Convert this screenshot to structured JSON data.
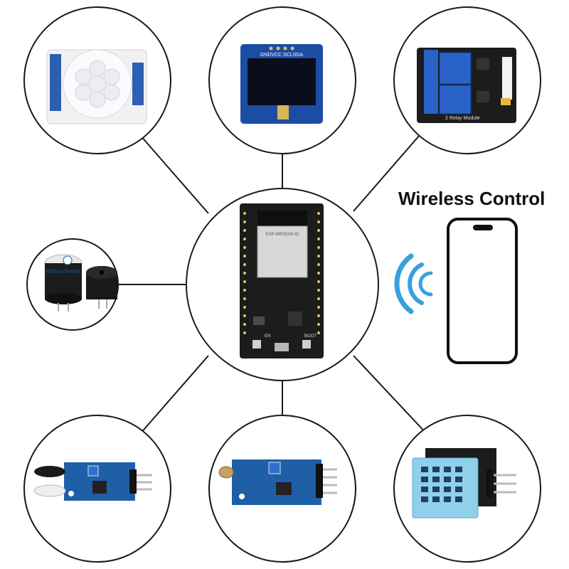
{
  "wireless": {
    "title": "Wireless Control"
  },
  "colors": {
    "line": "#1a1a1a",
    "pcb_black": "#1c1c1c",
    "pcb_blue": "#1f5fa8",
    "relay_blue": "#2a62c9",
    "dht_blue": "#8fd0ea",
    "wifi_blue": "#3aa0dd",
    "oled_screen": "#0a0d1a"
  },
  "labels": {
    "oled_pins": "GNDVCC SCLSDA",
    "relay_module": "2 Relay Module",
    "buzzer_text": "REMOVE SEAL AFTER WASHING",
    "esp_chip": "ESP-WROOM-32",
    "esp_boot": "BOOT",
    "esp_en": "EN"
  },
  "nodes": [
    {
      "id": "pir-sensor",
      "icon": "pir-sensor-icon"
    },
    {
      "id": "oled-display",
      "icon": "oled-display-icon"
    },
    {
      "id": "relay-module",
      "icon": "relay-module-icon"
    },
    {
      "id": "buzzer",
      "icon": "buzzer-icon"
    },
    {
      "id": "ir-sensor",
      "icon": "ir-sensor-icon"
    },
    {
      "id": "light-sensor",
      "icon": "light-sensor-icon"
    },
    {
      "id": "dht11-sensor",
      "icon": "dht11-sensor-icon"
    },
    {
      "id": "esp32-board",
      "icon": "esp32-board-icon"
    }
  ]
}
